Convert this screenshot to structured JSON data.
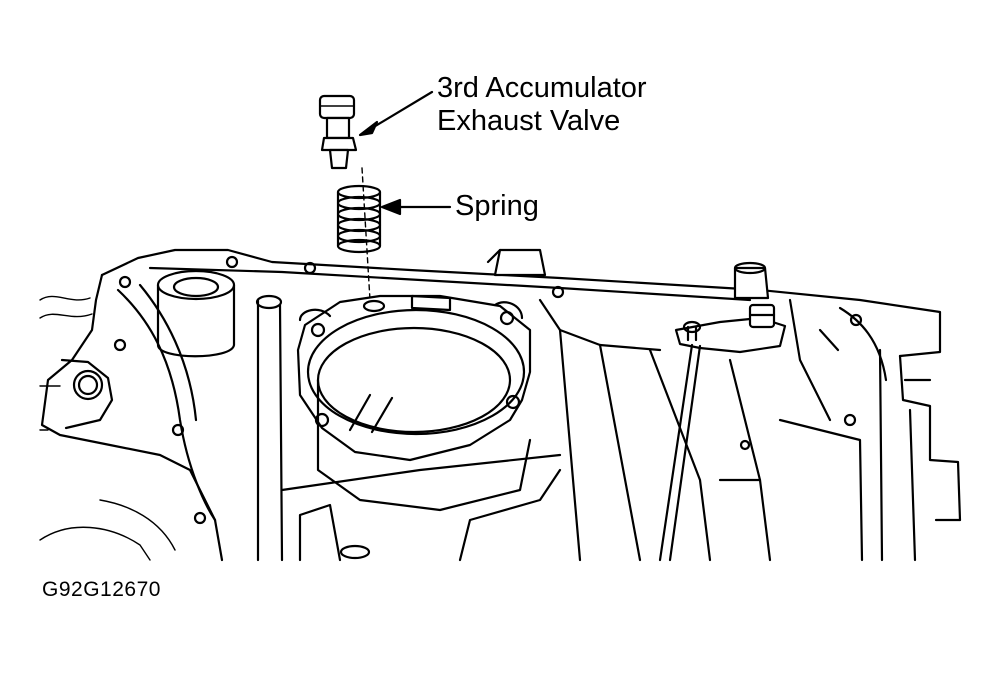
{
  "labels": {
    "valve_line1": "3rd Accumulator",
    "valve_line2": "Exhaust Valve",
    "spring": "Spring"
  },
  "figure_code": "G92G12670",
  "colors": {
    "ink": "#000000",
    "paper": "#ffffff"
  }
}
